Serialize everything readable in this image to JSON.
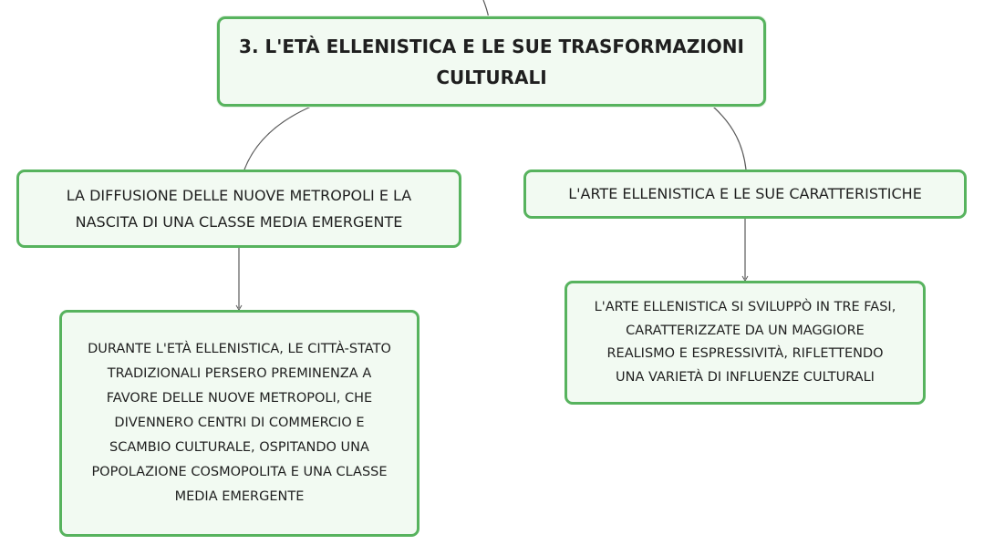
{
  "colors": {
    "node_border": "#57b35e",
    "node_fill": "#f2faf2",
    "text": "#1f1f1f",
    "connector": "#5a5a5a"
  },
  "mindmap": {
    "root": {
      "label": "3. L'ETÀ ELLENISTICA E LE SUE TRASFORMAZIONI\nCULTURALI"
    },
    "branches": [
      {
        "label": "LA DIFFUSIONE DELLE NUOVE METROPOLI E LA\nNASCITA DI UNA CLASSE MEDIA EMERGENTE",
        "child": {
          "label": "DURANTE L'ETÀ ELLENISTICA, LE CITTÀ-STATO\nTRADIZIONALI PERSERO PREMINENZA A\nFAVORE DELLE NUOVE METROPOLI, CHE\nDIVENNERO CENTRI DI COMMERCIO E\nSCAMBIO CULTURALE, OSPITANDO UNA\nPOPOLAZIONE COSMOPOLITA E UNA CLASSE\nMEDIA EMERGENTE"
        }
      },
      {
        "label": "L'ARTE ELLENISTICA E LE SUE CARATTERISTICHE",
        "child": {
          "label": "L'ARTE ELLENISTICA SI SVILUPPÒ IN TRE FASI,\nCARATTERIZZATE DA UN MAGGIORE\nREALISMO E ESPRESSIVITÀ, RIFLETTENDO\nUNA VARIETÀ DI INFLUENZE CULTURALI"
        }
      }
    ]
  }
}
